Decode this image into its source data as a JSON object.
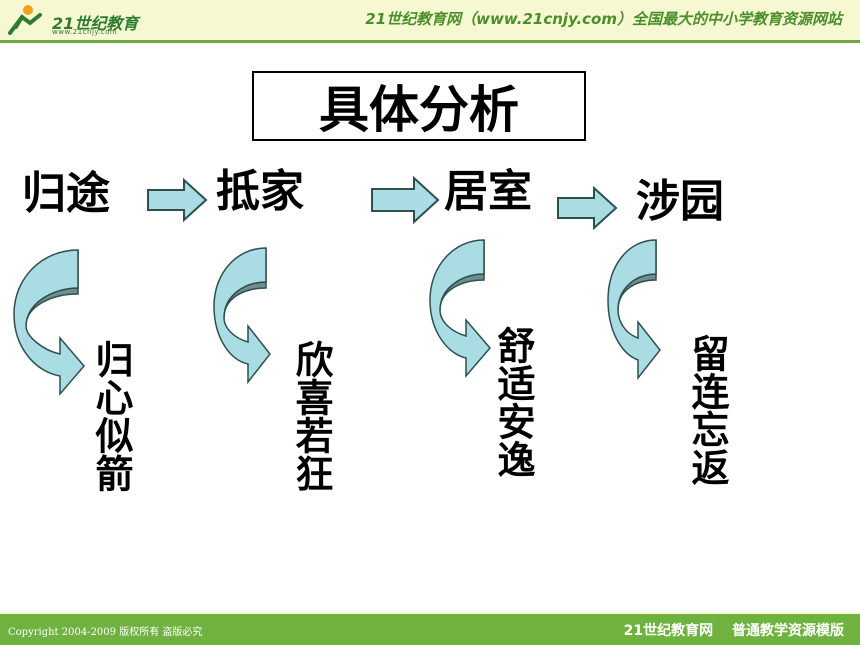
{
  "header": {
    "logo_text": "21世纪教育",
    "logo_sub": "www.21cnjy.com",
    "slogan": "21世纪教育网（www.21cnjy.com）全国最大的中小学教育资源网站"
  },
  "title": "具体分析",
  "stages": [
    {
      "label": "归途",
      "feeling": "归心似箭"
    },
    {
      "label": "抵家",
      "feeling": "欣喜若狂"
    },
    {
      "label": "居室",
      "feeling": "舒适安逸"
    },
    {
      "label": "涉园",
      "feeling": "留连忘返"
    }
  ],
  "footer": {
    "copyright": "Copyright 2004-2009 版权所有 盗版必究",
    "brand": "21世纪教育网　 普通教学资源模版"
  },
  "colors": {
    "arrow_fill": "#a9dde3",
    "arrow_stroke": "#2f4f4f",
    "curve_dark": "#6e8f8f",
    "footer_green": "#6fb23f"
  }
}
